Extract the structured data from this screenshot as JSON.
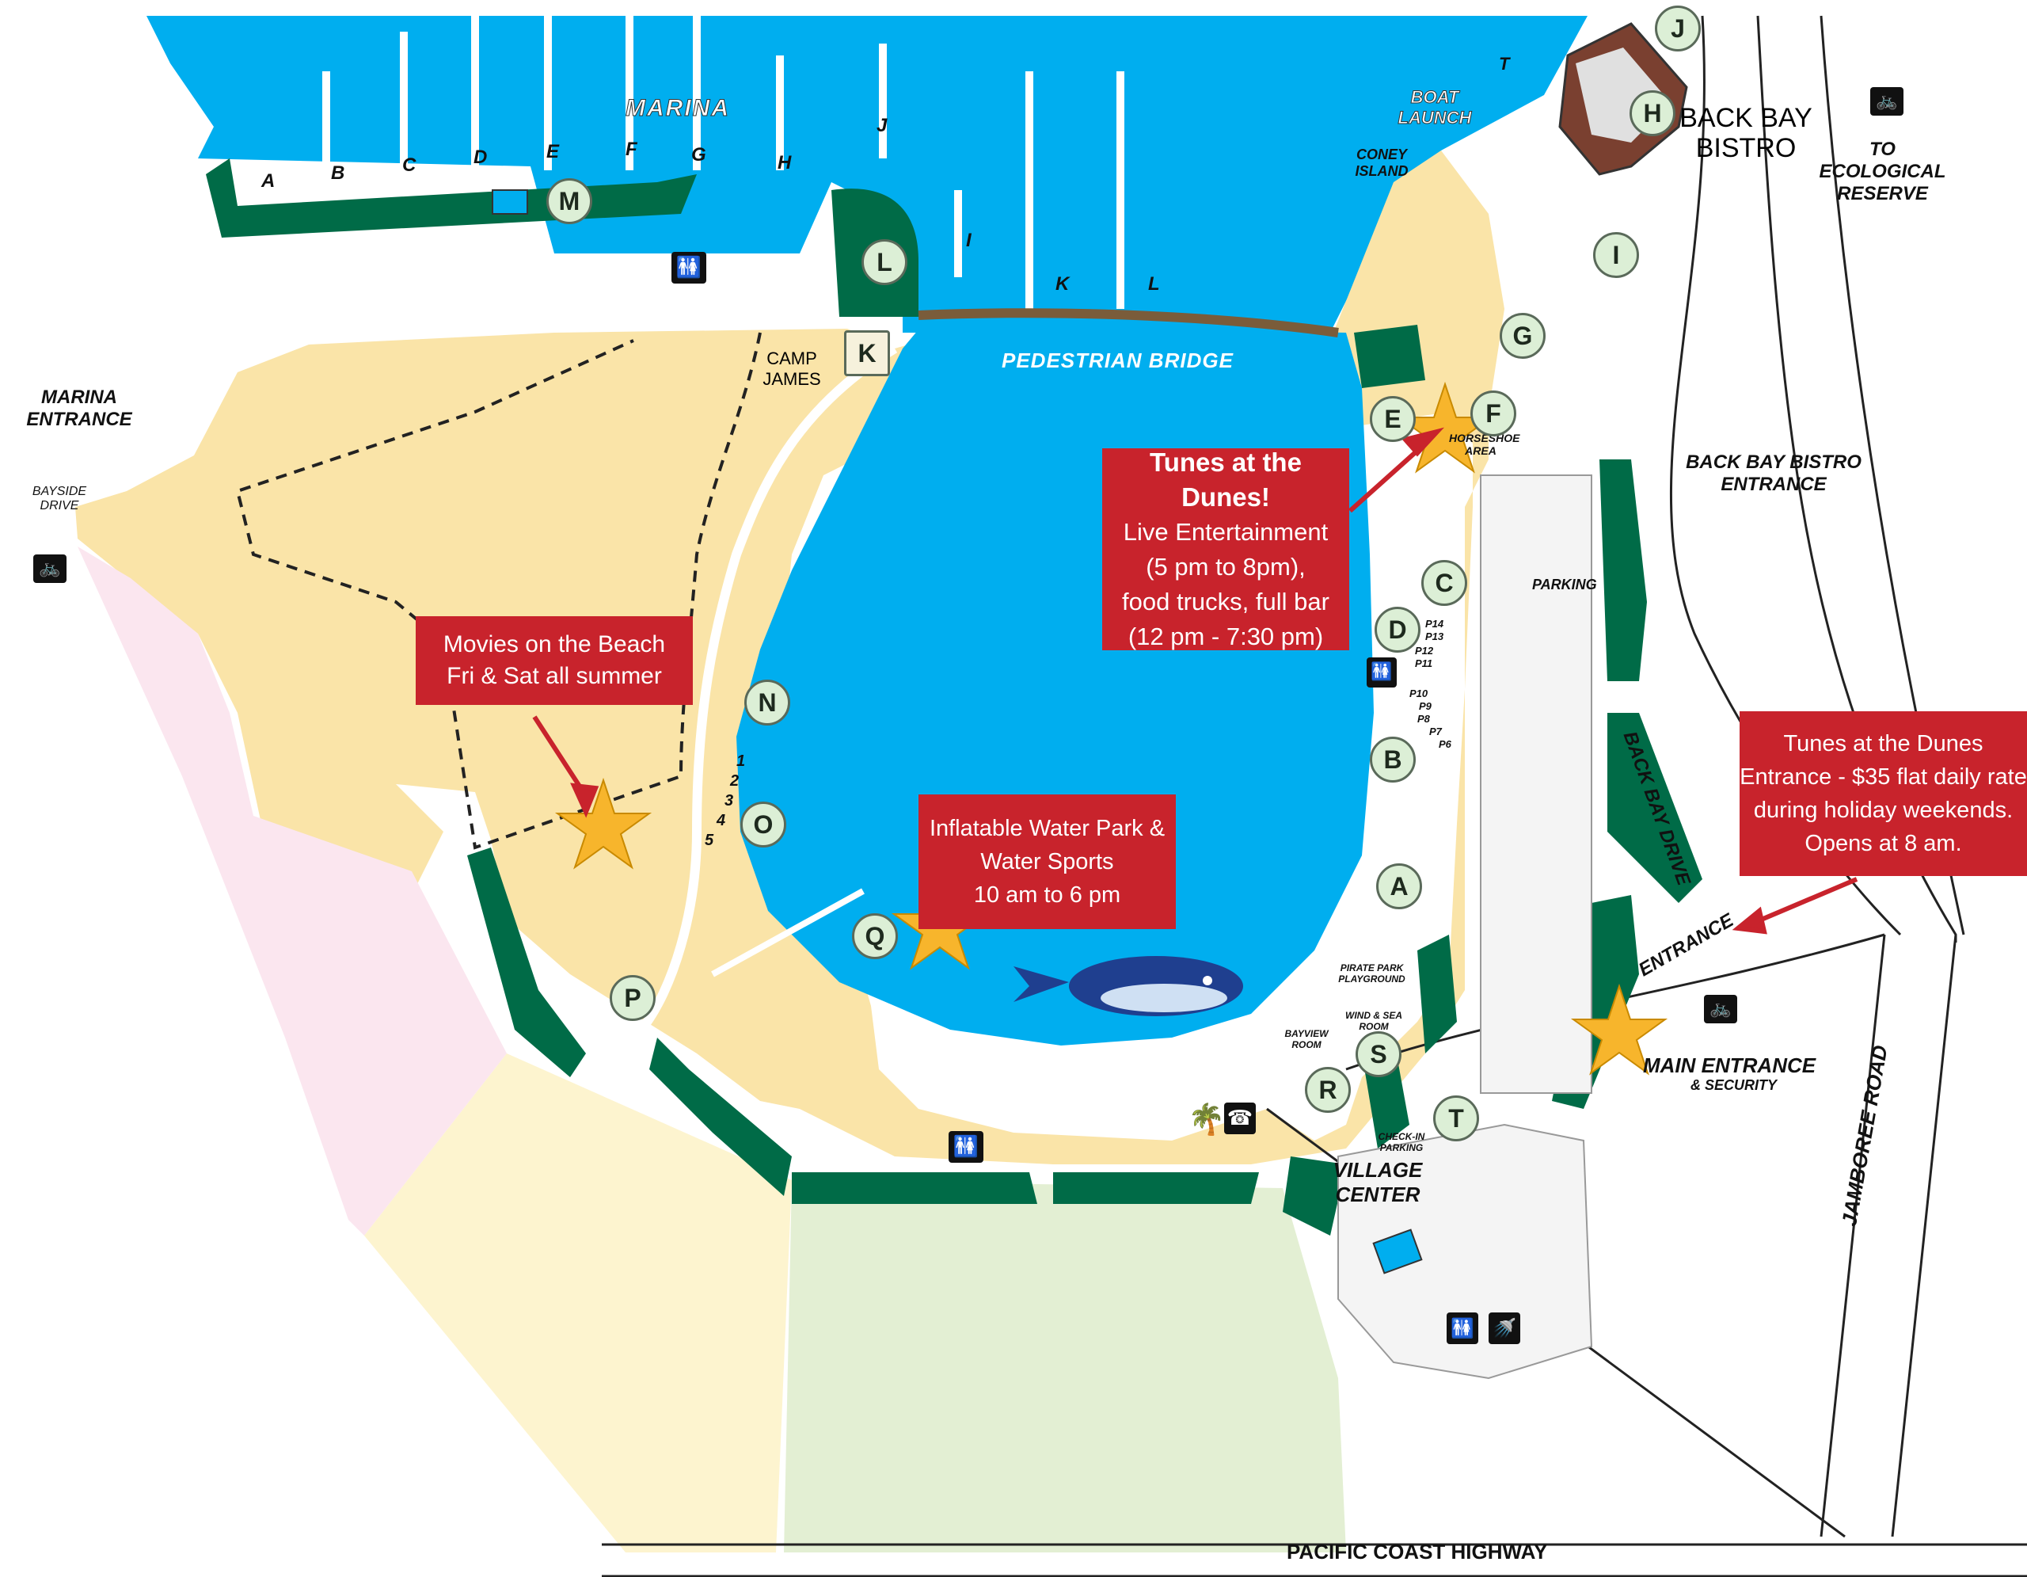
{
  "labels": {
    "marina": "MARINA",
    "boat_launch": "BOAT LAUNCH",
    "coney_island": "CONEY ISLAND",
    "back_bay_bistro": "BACK BAY BISTRO",
    "to_ecological_reserve": "TO ECOLOGICAL RESERVE",
    "marina_entrance": "MARINA ENTRANCE",
    "bayside_drive": "BAYSIDE DRIVE",
    "camp_james": "CAMP JAMES",
    "pedestrian_bridge": "PEDESTRIAN BRIDGE",
    "horseshoe_area": "HORSESHOE AREA",
    "parking": "PARKING",
    "back_bay_bistro_entrance": "BACK BAY BISTRO ENTRANCE",
    "back_bay_drive": "BACK BAY DRIVE",
    "entrance": "ENTRANCE",
    "main_entrance": "MAIN ENTRANCE",
    "security": "& SECURITY",
    "pirate_park_playground": "PIRATE PARK PLAYGROUND",
    "wind_sea_room": "WIND & SEA ROOM",
    "bayview_room": "BAYVIEW ROOM",
    "check_in_parking": "CHECK-IN PARKING",
    "village_center": "VILLAGE CENTER",
    "jamboree_road": "JAMBOREE ROAD",
    "pacific_coast_highway": "PACIFIC COAST HIGHWAY",
    "dock_t": "T"
  },
  "docks": [
    "A",
    "B",
    "C",
    "D",
    "E",
    "F",
    "G",
    "H",
    "J",
    "I",
    "K",
    "L"
  ],
  "markers": [
    "M",
    "L",
    "K",
    "J",
    "H",
    "I",
    "G",
    "E",
    "F",
    "C",
    "D",
    "B",
    "A",
    "N",
    "O",
    "P",
    "Q",
    "R",
    "S",
    "T"
  ],
  "beach_sites": [
    "1",
    "2",
    "3",
    "4",
    "5"
  ],
  "pads_upper": [
    "P14",
    "P13",
    "P12",
    "P11"
  ],
  "pads_lower": [
    "P10",
    "P9",
    "P8",
    "P7",
    "P6"
  ],
  "callouts": {
    "movies": {
      "line1": "Movies on the Beach",
      "line2": "Fri & Sat all summer"
    },
    "tunes": {
      "title": "Tunes at the Dunes!",
      "line1": "Live Entertainment",
      "line2": "(5 pm to 8pm),",
      "line3": "food trucks, full bar",
      "line4": "(12 pm - 7:30 pm)"
    },
    "water_park": {
      "line1": "Inflatable Water Park &",
      "line2": "Water Sports",
      "line3": "10 am to 6 pm"
    },
    "tunes_entrance": {
      "line1": "Tunes at the Dunes",
      "line2": "Entrance - $35 flat daily rate",
      "line3": "during holiday weekends.",
      "line4": "Opens at 8 am."
    }
  },
  "icons": [
    "restroom-icon",
    "bike-icon",
    "phone-icon",
    "palm-tree-icon",
    "shower-icon",
    "star-icon",
    "whale-icon",
    "pool-icon"
  ],
  "colors": {
    "water": "#00aeef",
    "sand": "#fae4a8",
    "grass": "#006b47",
    "pink": "#fbe6ef",
    "light_yellow": "#fdf4cf",
    "light_green": "#e3efd3",
    "callout": "#c8232c",
    "star": "#f7b52c"
  }
}
